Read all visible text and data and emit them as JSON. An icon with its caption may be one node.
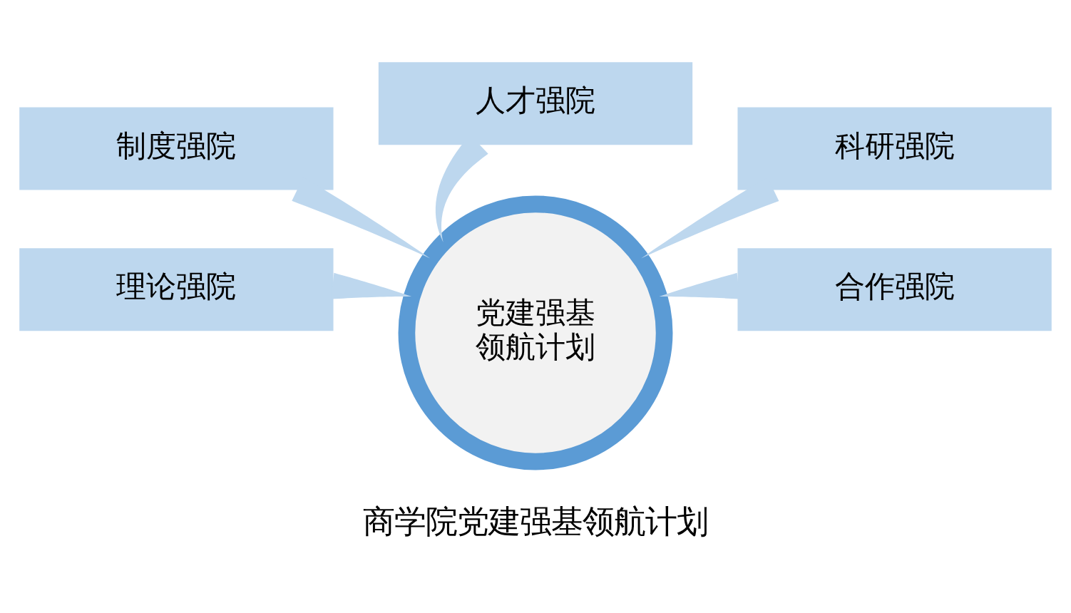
{
  "diagram": {
    "caption": "商学院党建强基领航计划",
    "nodes": [
      {
        "text": [
          "人才强院"
        ]
      },
      {
        "text": [
          "制度强院"
        ]
      },
      {
        "text": [
          "科研强院"
        ]
      },
      {
        "text": [
          "党建强基领航计划"
        ]
      },
      {
        "text": [
          "理论强院"
        ]
      },
      {
        "text": [
          "合作强院"
        ]
      }
    ],
    "edges": [
      {
        "from": 0,
        "to": 3,
        "arrow": "none"
      },
      {
        "from": 1,
        "to": 3,
        "arrow": "none"
      },
      {
        "from": 2,
        "to": 3,
        "arrow": "none"
      },
      {
        "from": 4,
        "to": 3,
        "arrow": "none"
      },
      {
        "from": 5,
        "to": 3,
        "arrow": "none"
      }
    ]
  }
}
